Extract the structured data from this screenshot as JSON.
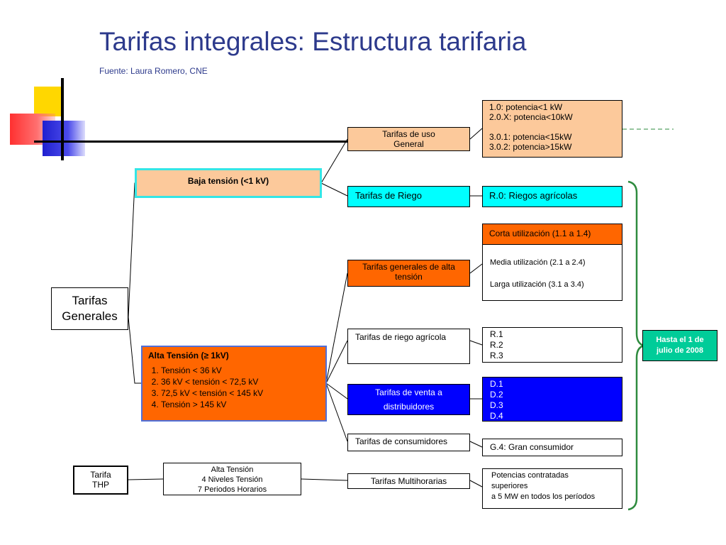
{
  "slide": {
    "title": "Tarifas integrales: Estructura tarifaria",
    "source": "Fuente: Laura Romero, CNE"
  },
  "root": {
    "line1": "Tarifas",
    "line2": "Generales"
  },
  "baja": {
    "label": "Baja tensión (<1 kV)"
  },
  "alta": {
    "title": "Alta Tensión (≥ 1kV)",
    "levels": [
      "Tensión < 36 kV",
      "36 kV < tensión < 72,5 kV",
      "72,5 kV < tensión < 145 kV",
      "Tensión > 145 kV"
    ]
  },
  "uso_general": {
    "line1": "Tarifas de uso",
    "line2": "General",
    "detail": [
      "1.0: potencia<1 kW",
      "2.0.X: potencia<10kW",
      "3.0.1: potencia<15kW",
      "3.0.2: potencia>15kW"
    ]
  },
  "riego": {
    "label": "Tarifas de Riego",
    "detail": "R.0: Riegos agrícolas"
  },
  "generales_alta": {
    "label": "Tarifas generales de alta tensión",
    "corta": "Corta utilización (1.1 a 1.4)",
    "media": "Media utilización (2.1 a 2.4)",
    "larga": "Larga utilización (3.1 a 3.4)"
  },
  "riego_agricola": {
    "label": "Tarifas de riego agrícola",
    "detail": [
      "R.1",
      "R.2",
      "R.3"
    ]
  },
  "venta": {
    "line1": "Tarifas de venta a",
    "line2": "distribuidores",
    "detail": [
      "D.1",
      "D.2",
      "D.3",
      "D.4"
    ]
  },
  "consumidores": {
    "label": "Tarifas de consumidores",
    "detail": "G.4: Gran consumidor"
  },
  "multihorarias": {
    "label": "Tarifas Multihorarias",
    "detail": [
      "Potencias contratadas",
      "superiores",
      "a 5 MW en todos los períodos"
    ]
  },
  "thp": {
    "line1": "Tarifa",
    "line2": "THP",
    "desc": [
      "Alta Tensión",
      "4 Niveles Tensión",
      "7 Periodos Horarios"
    ]
  },
  "deadline": {
    "line1": "Hasta el 1 de",
    "line2": "julio de 2008"
  },
  "colors": {
    "title": "#2d3a8c",
    "peach": "#fcc99b",
    "cyan": "#00ffff",
    "orange": "#ff6600",
    "blue": "#0000ff",
    "green_badge": "#00cc99",
    "brace": "#2e8b3e",
    "deco_yellow": "#ffd700",
    "deco_red": "#ff4444",
    "deco_blue": "#2b2bd6"
  }
}
